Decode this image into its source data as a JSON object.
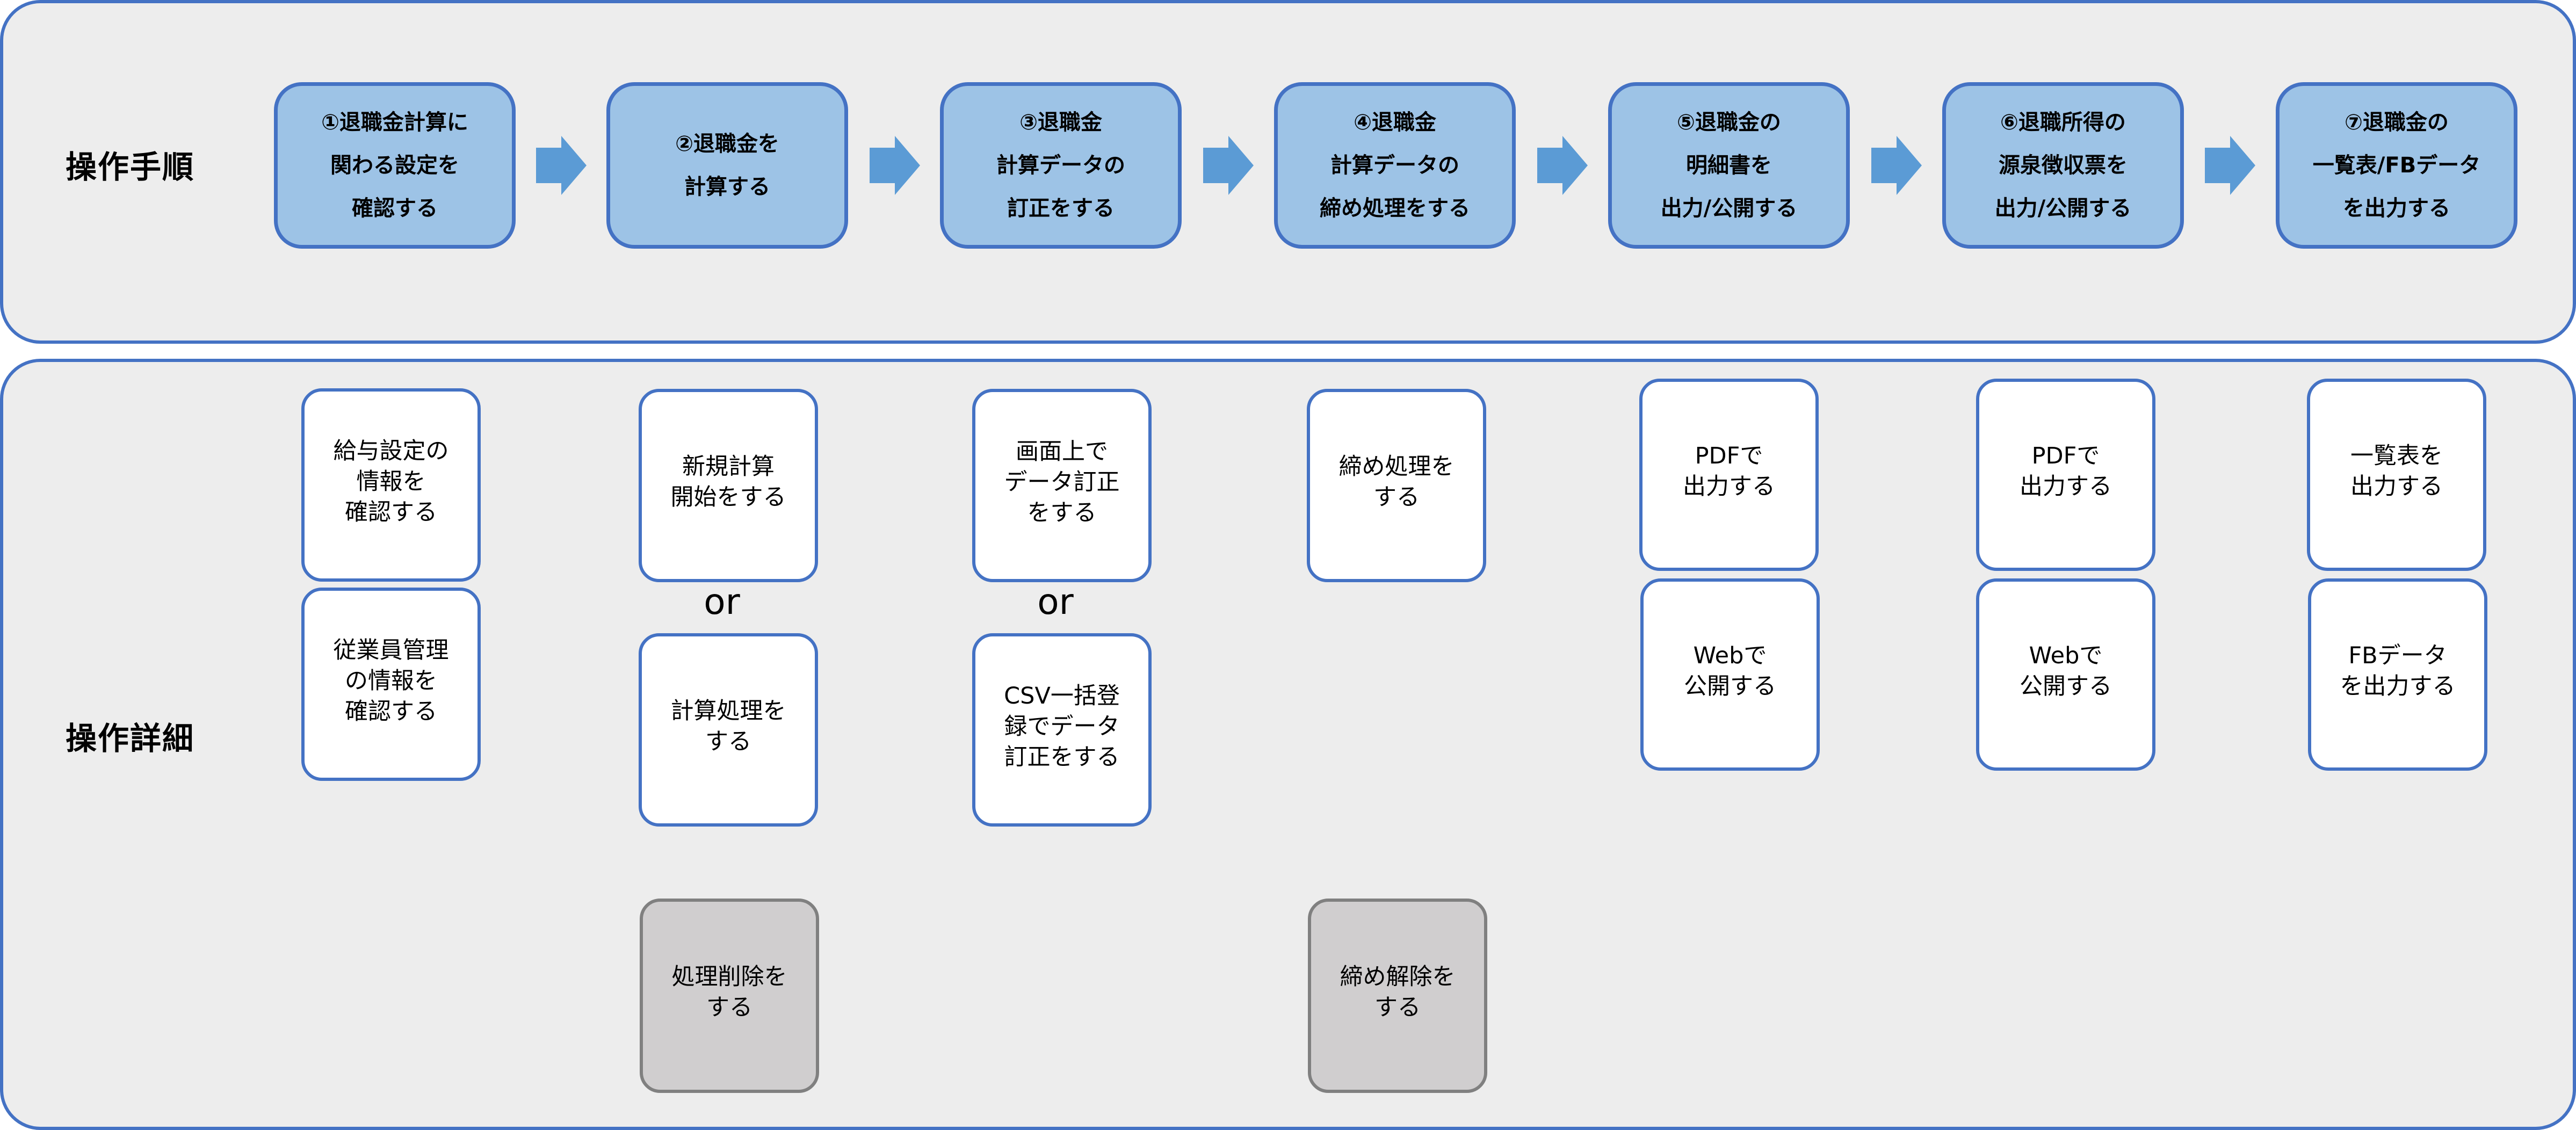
{
  "colors": {
    "panel_background": "#EDEDED",
    "panel_border": "#4472C4",
    "step_fill": "#9DC3E6",
    "arrow": "#5B9BD5",
    "detail_fill": "#FFFFFF",
    "detail_gray_fill": "#D0CECF",
    "detail_gray_border": "#808080"
  },
  "steps_section": {
    "title": "操作手順",
    "steps": [
      {
        "label": "①退職金計算に\n関わる設定を\n確認する"
      },
      {
        "label": "②退職金を\n計算する"
      },
      {
        "label": "③退職金\n計算データの\n訂正をする"
      },
      {
        "label": "④退職金\n計算データの\n締め処理をする"
      },
      {
        "label": "⑤退職金の\n明細書を\n出力/公開する"
      },
      {
        "label": "⑥退職所得の\n源泉徴収票を\n出力/公開する"
      },
      {
        "label": "⑦退職金の\n一覧表/FBデータ\nを出力する"
      }
    ],
    "arrow_icon": "right-arrow-icon"
  },
  "details_section": {
    "title": "操作詳細",
    "columns": [
      {
        "items": [
          "給与設定の\n情報を\n確認する",
          "従業員管理\nの情報を\n確認する"
        ]
      },
      {
        "items": [
          "新規計算\n開始をする",
          "計算処理を\nする"
        ],
        "separator": "or",
        "secondary": "処理削除を\nする"
      },
      {
        "items": [
          "画面上で\nデータ訂正\nをする",
          "CSV一括登\n録でデータ\n訂正をする"
        ],
        "separator": "or"
      },
      {
        "items": [
          "締め処理を\nする"
        ],
        "secondary": "締め解除を\nする"
      },
      {
        "items": [
          "PDFで\n出力する",
          "Webで\n公開する"
        ]
      },
      {
        "items": [
          "PDFで\n出力する",
          "Webで\n公開する"
        ]
      },
      {
        "items": [
          "一覧表を\n出力する",
          "FBデータ\nを出力する"
        ]
      }
    ]
  }
}
